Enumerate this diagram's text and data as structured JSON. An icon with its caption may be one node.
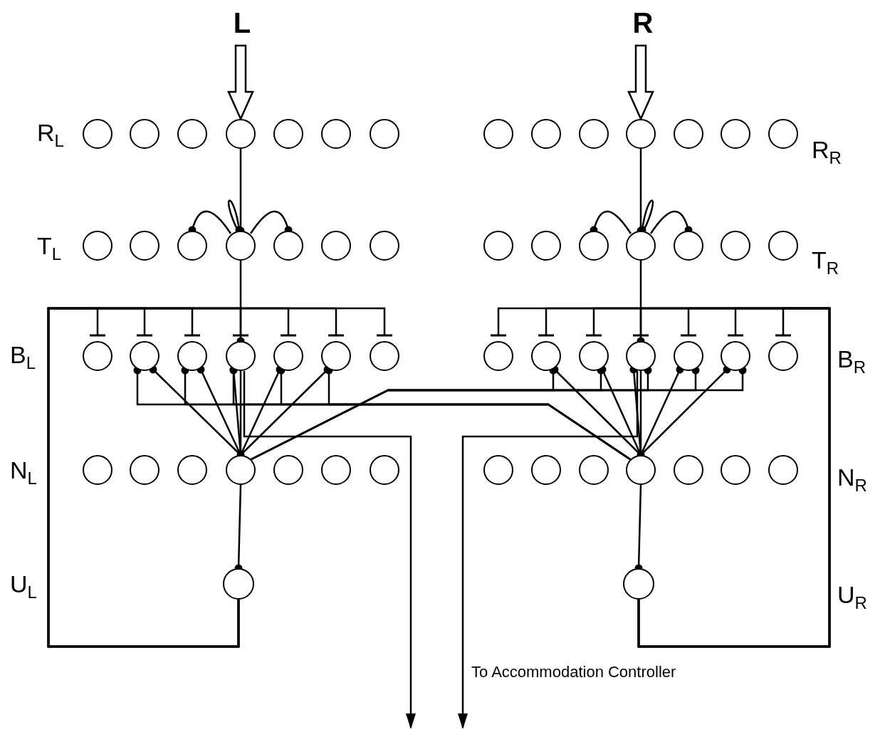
{
  "diagram": {
    "nodes": [
      {
        "text": [
          "L"
        ]
      },
      {
        "text": [
          "R"
        ]
      },
      {
        "text": [],
        "shape": "circle"
      },
      {
        "text": [],
        "shape": "circle"
      },
      {
        "text": [],
        "shape": "circle"
      },
      {
        "text": [],
        "shape": "circle"
      },
      {
        "text": [],
        "shape": "circle"
      },
      {
        "text": [],
        "shape": "circle"
      },
      {
        "text": [],
        "shape": "circle"
      },
      {
        "text": [],
        "shape": "circle"
      },
      {
        "text": [],
        "shape": "circle"
      },
      {
        "text": [],
        "shape": "circle"
      },
      {
        "text": [],
        "shape": "circle"
      },
      {
        "text": [],
        "shape": "circle"
      },
      {
        "text": [],
        "shape": "circle"
      },
      {
        "text": [],
        "shape": "circle"
      },
      {
        "text": [],
        "shape": "circle"
      },
      {
        "text": [],
        "shape": "circle"
      },
      {
        "text": [],
        "shape": "circle"
      },
      {
        "text": [],
        "shape": "circle"
      },
      {
        "text": [],
        "shape": "circle"
      },
      {
        "text": [],
        "shape": "circle"
      },
      {
        "text": [],
        "shape": "circle"
      },
      {
        "text": [],
        "shape": "circle"
      },
      {
        "text": [],
        "shape": "circle"
      },
      {
        "text": [],
        "shape": "circle"
      },
      {
        "text": [],
        "shape": "circle"
      },
      {
        "text": [],
        "shape": "circle"
      },
      {
        "text": [],
        "shape": "circle"
      },
      {
        "text": [],
        "shape": "circle"
      },
      {
        "text": [],
        "shape": "circle"
      },
      {
        "text": [],
        "shape": "circle"
      },
      {
        "text": [],
        "shape": "circle"
      },
      {
        "text": [],
        "shape": "circle"
      },
      {
        "text": [],
        "shape": "circle"
      },
      {
        "text": [],
        "shape": "circle"
      },
      {
        "text": [],
        "shape": "circle"
      },
      {
        "text": [],
        "shape": "circle"
      },
      {
        "text": [],
        "shape": "circle"
      },
      {
        "text": [],
        "shape": "circle"
      },
      {
        "text": [],
        "shape": "circle"
      },
      {
        "text": [],
        "shape": "circle"
      },
      {
        "text": [],
        "shape": "circle"
      },
      {
        "text": [],
        "shape": "circle"
      },
      {
        "text": [],
        "shape": "circle"
      },
      {
        "text": [],
        "shape": "circle"
      },
      {
        "text": [],
        "shape": "circle"
      },
      {
        "text": [],
        "shape": "circle"
      },
      {
        "text": [],
        "shape": "circle"
      },
      {
        "text": [],
        "shape": "circle"
      },
      {
        "text": [],
        "shape": "circle"
      },
      {
        "text": [],
        "shape": "circle"
      },
      {
        "text": [],
        "shape": "circle"
      },
      {
        "text": [],
        "shape": "circle"
      },
      {
        "text": [],
        "shape": "circle"
      },
      {
        "text": [],
        "shape": "circle"
      },
      {
        "text": [],
        "shape": "circle"
      },
      {
        "text": [],
        "shape": "circle"
      },
      {
        "text": [],
        "shape": "circle"
      },
      {
        "text": [],
        "shape": "circle"
      }
    ],
    "edges": [
      {
        "from": 0,
        "to": 5,
        "arrow": "to"
      },
      {
        "from": 5,
        "to": 19,
        "arrow": "other"
      },
      {
        "from": 19,
        "to": 18,
        "arrow": "other"
      },
      {
        "from": 19,
        "to": 19,
        "arrow": "other"
      },
      {
        "from": 19,
        "to": 20,
        "arrow": "other"
      },
      {
        "from": 19,
        "to": 33,
        "arrow": "other"
      },
      {
        "from": 47,
        "to": 31,
        "arrow": "other"
      },
      {
        "from": 47,
        "to": 32,
        "arrow": "other"
      },
      {
        "from": 47,
        "to": 33,
        "arrow": "other"
      },
      {
        "from": 47,
        "to": 34,
        "arrow": "other"
      },
      {
        "from": 47,
        "to": 35,
        "arrow": "other"
      },
      {
        "from": 33,
        "to": 47,
        "arrow": "other"
      },
      {
        "from": 54,
        "to": 31,
        "arrow": "other"
      },
      {
        "from": 54,
        "to": 32,
        "arrow": "other"
      },
      {
        "from": 54,
        "to": 33,
        "arrow": "other"
      },
      {
        "from": 54,
        "to": 34,
        "arrow": "other"
      },
      {
        "from": 54,
        "to": 35,
        "arrow": "other"
      },
      {
        "from": 47,
        "to": 58,
        "arrow": "other"
      },
      {
        "from": 58,
        "to": 30,
        "arrow": "other"
      },
      {
        "from": 58,
        "to": 31,
        "arrow": "other"
      },
      {
        "from": 58,
        "to": 32,
        "arrow": "other"
      },
      {
        "from": 58,
        "to": 33,
        "arrow": "other"
      },
      {
        "from": 58,
        "to": 34,
        "arrow": "other"
      },
      {
        "from": 58,
        "to": 35,
        "arrow": "other"
      },
      {
        "from": 58,
        "to": 36,
        "arrow": "other"
      },
      {
        "from": 33,
        "to": null,
        "arrow": "to"
      },
      {
        "from": 1,
        "to": 12,
        "arrow": "to"
      },
      {
        "from": 12,
        "to": 26,
        "arrow": "other"
      },
      {
        "from": 26,
        "to": 25,
        "arrow": "other"
      },
      {
        "from": 26,
        "to": 26,
        "arrow": "other"
      },
      {
        "from": 26,
        "to": 27,
        "arrow": "other"
      },
      {
        "from": 26,
        "to": 40,
        "arrow": "other"
      },
      {
        "from": 54,
        "to": 38,
        "arrow": "other"
      },
      {
        "from": 54,
        "to": 39,
        "arrow": "other"
      },
      {
        "from": 54,
        "to": 40,
        "arrow": "other"
      },
      {
        "from": 54,
        "to": 41,
        "arrow": "other"
      },
      {
        "from": 54,
        "to": 42,
        "arrow": "other"
      },
      {
        "from": 40,
        "to": 54,
        "arrow": "other"
      },
      {
        "from": 47,
        "to": 38,
        "arrow": "other"
      },
      {
        "from": 47,
        "to": 39,
        "arrow": "other"
      },
      {
        "from": 47,
        "to": 40,
        "arrow": "other"
      },
      {
        "from": 47,
        "to": 41,
        "arrow": "other"
      },
      {
        "from": 47,
        "to": 42,
        "arrow": "other"
      },
      {
        "from": 54,
        "to": 59,
        "arrow": "other"
      },
      {
        "from": 59,
        "to": 37,
        "arrow": "other"
      },
      {
        "from": 59,
        "to": 38,
        "arrow": "other"
      },
      {
        "from": 59,
        "to": 39,
        "arrow": "other"
      },
      {
        "from": 59,
        "to": 40,
        "arrow": "other"
      },
      {
        "from": 59,
        "to": 41,
        "arrow": "other"
      },
      {
        "from": 59,
        "to": 42,
        "arrow": "other"
      },
      {
        "from": 59,
        "to": 43,
        "arrow": "other"
      },
      {
        "from": 40,
        "to": null,
        "arrow": "to"
      }
    ],
    "labels": [
      "R$_{L}$",
      "R$_{R}$",
      "T$_{L}$",
      "T$_{R}$",
      "B$_{L}$",
      "B$_{R}$",
      "N$_{L}$",
      "N$_{R}$",
      "U$_{L}$",
      "U$_{R}$",
      "To Accommodation Controller"
    ]
  }
}
